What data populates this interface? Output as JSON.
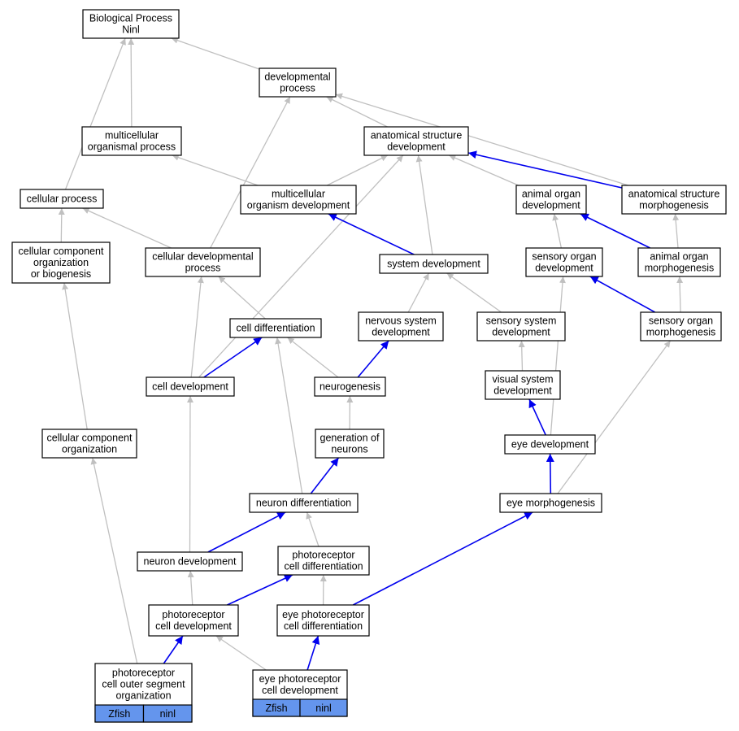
{
  "colors": {
    "is_a_edge": "#c0c0c0",
    "part_of_edge": "#0000ee",
    "node_border": "#000000",
    "tag_fill": "#6495ed"
  },
  "nodes": [
    {
      "id": "bp",
      "lines": [
        "Biological Process",
        "Ninl"
      ]
    },
    {
      "id": "dev",
      "lines": [
        "developmental",
        "process"
      ]
    },
    {
      "id": "mcp",
      "lines": [
        "multicellular",
        "organismal process"
      ]
    },
    {
      "id": "asd",
      "lines": [
        "anatomical structure",
        "development"
      ]
    },
    {
      "id": "cp",
      "lines": [
        "cellular process"
      ]
    },
    {
      "id": "mod",
      "lines": [
        "multicellular",
        "organism development"
      ]
    },
    {
      "id": "aod",
      "lines": [
        "animal organ",
        "development"
      ]
    },
    {
      "id": "asm",
      "lines": [
        "anatomical structure",
        "morphogenesis"
      ]
    },
    {
      "id": "ccob",
      "lines": [
        "cellular component",
        "organization",
        "or biogenesis"
      ]
    },
    {
      "id": "cdp",
      "lines": [
        "cellular developmental",
        "process"
      ]
    },
    {
      "id": "sysd",
      "lines": [
        "system development"
      ]
    },
    {
      "id": "sod",
      "lines": [
        "sensory organ",
        "development"
      ]
    },
    {
      "id": "aom",
      "lines": [
        "animal organ",
        "morphogenesis"
      ]
    },
    {
      "id": "cdiff",
      "lines": [
        "cell differentiation"
      ]
    },
    {
      "id": "nsd",
      "lines": [
        "nervous system",
        "development"
      ]
    },
    {
      "id": "ssd",
      "lines": [
        "sensory system",
        "development"
      ]
    },
    {
      "id": "som",
      "lines": [
        "sensory organ",
        "morphogenesis"
      ]
    },
    {
      "id": "celldev",
      "lines": [
        "cell development"
      ]
    },
    {
      "id": "neurog",
      "lines": [
        "neurogenesis"
      ]
    },
    {
      "id": "vsd",
      "lines": [
        "visual system",
        "development"
      ]
    },
    {
      "id": "cco",
      "lines": [
        "cellular component",
        "organization"
      ]
    },
    {
      "id": "gon",
      "lines": [
        "generation of",
        "neurons"
      ]
    },
    {
      "id": "eyed",
      "lines": [
        "eye development"
      ]
    },
    {
      "id": "nd",
      "lines": [
        "neuron differentiation"
      ]
    },
    {
      "id": "eyem",
      "lines": [
        "eye morphogenesis"
      ]
    },
    {
      "id": "ndev",
      "lines": [
        "neuron development"
      ]
    },
    {
      "id": "pcd",
      "lines": [
        "photoreceptor",
        "cell differentiation"
      ]
    },
    {
      "id": "pcdev",
      "lines": [
        "photoreceptor",
        "cell development"
      ]
    },
    {
      "id": "epcd",
      "lines": [
        "eye photoreceptor",
        "cell differentiation"
      ]
    },
    {
      "id": "pcoso",
      "lines": [
        "photoreceptor",
        "cell outer segment",
        "organization"
      ],
      "tags": [
        "Zfish",
        "ninl"
      ]
    },
    {
      "id": "epcdev",
      "lines": [
        "eye photoreceptor",
        "cell development"
      ],
      "tags": [
        "Zfish",
        "ninl"
      ]
    }
  ],
  "edges": [
    {
      "from": "dev",
      "to": "bp",
      "type": "is_a"
    },
    {
      "from": "mcp",
      "to": "bp",
      "type": "is_a"
    },
    {
      "from": "cp",
      "to": "bp",
      "type": "is_a"
    },
    {
      "from": "asd",
      "to": "dev",
      "type": "is_a"
    },
    {
      "from": "asm",
      "to": "dev",
      "type": "is_a"
    },
    {
      "from": "cdp",
      "to": "dev",
      "type": "is_a"
    },
    {
      "from": "mod",
      "to": "mcp",
      "type": "is_a"
    },
    {
      "from": "mod",
      "to": "asd",
      "type": "is_a"
    },
    {
      "from": "aod",
      "to": "asd",
      "type": "is_a"
    },
    {
      "from": "sysd",
      "to": "asd",
      "type": "is_a"
    },
    {
      "from": "celldev",
      "to": "asd",
      "type": "is_a"
    },
    {
      "from": "asm",
      "to": "asd",
      "type": "part_of"
    },
    {
      "from": "ccob",
      "to": "cp",
      "type": "is_a"
    },
    {
      "from": "cdp",
      "to": "cp",
      "type": "is_a"
    },
    {
      "from": "sysd",
      "to": "mod",
      "type": "part_of"
    },
    {
      "from": "sod",
      "to": "aod",
      "type": "is_a"
    },
    {
      "from": "aom",
      "to": "aod",
      "type": "part_of"
    },
    {
      "from": "aom",
      "to": "asm",
      "type": "is_a"
    },
    {
      "from": "cco",
      "to": "ccob",
      "type": "is_a"
    },
    {
      "from": "cdiff",
      "to": "cdp",
      "type": "is_a"
    },
    {
      "from": "celldev",
      "to": "cdp",
      "type": "is_a"
    },
    {
      "from": "nsd",
      "to": "sysd",
      "type": "is_a"
    },
    {
      "from": "ssd",
      "to": "sysd",
      "type": "is_a"
    },
    {
      "from": "eyed",
      "to": "sod",
      "type": "is_a"
    },
    {
      "from": "som",
      "to": "sod",
      "type": "part_of"
    },
    {
      "from": "som",
      "to": "aom",
      "type": "is_a"
    },
    {
      "from": "celldev",
      "to": "cdiff",
      "type": "part_of"
    },
    {
      "from": "neurog",
      "to": "cdiff",
      "type": "is_a"
    },
    {
      "from": "nd",
      "to": "cdiff",
      "type": "is_a"
    },
    {
      "from": "neurog",
      "to": "nsd",
      "type": "part_of"
    },
    {
      "from": "vsd",
      "to": "ssd",
      "type": "is_a"
    },
    {
      "from": "eyem",
      "to": "som",
      "type": "is_a"
    },
    {
      "from": "ndev",
      "to": "celldev",
      "type": "is_a"
    },
    {
      "from": "gon",
      "to": "neurog",
      "type": "is_a"
    },
    {
      "from": "eyed",
      "to": "vsd",
      "type": "part_of"
    },
    {
      "from": "pcoso",
      "to": "cco",
      "type": "is_a"
    },
    {
      "from": "nd",
      "to": "gon",
      "type": "part_of"
    },
    {
      "from": "eyem",
      "to": "eyed",
      "type": "part_of"
    },
    {
      "from": "ndev",
      "to": "nd",
      "type": "part_of"
    },
    {
      "from": "pcd",
      "to": "nd",
      "type": "is_a"
    },
    {
      "from": "epcd",
      "to": "eyem",
      "type": "part_of"
    },
    {
      "from": "pcdev",
      "to": "ndev",
      "type": "is_a"
    },
    {
      "from": "pcdev",
      "to": "pcd",
      "type": "part_of"
    },
    {
      "from": "epcd",
      "to": "pcd",
      "type": "is_a"
    },
    {
      "from": "epcdev",
      "to": "pcdev",
      "type": "is_a"
    },
    {
      "from": "pcoso",
      "to": "pcdev",
      "type": "part_of"
    },
    {
      "from": "epcdev",
      "to": "epcd",
      "type": "part_of"
    }
  ]
}
